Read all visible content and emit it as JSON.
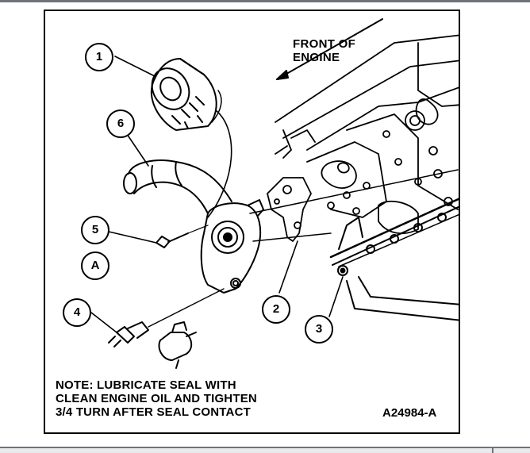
{
  "diagram": {
    "direction_label": [
      "FRONT OF",
      "ENGINE"
    ],
    "callouts": [
      "1",
      "6",
      "5",
      "A",
      "4",
      "2",
      "3"
    ],
    "note": [
      "NOTE: LUBRICATE SEAL WITH",
      "CLEAN ENGINE OIL AND TIGHTEN",
      "3/4 TURN AFTER SEAL CONTACT"
    ],
    "figure_id": "A24984-A"
  },
  "colors": {
    "line": "#000000",
    "background": "#ffffff",
    "frame_bar": "#6f7479"
  }
}
